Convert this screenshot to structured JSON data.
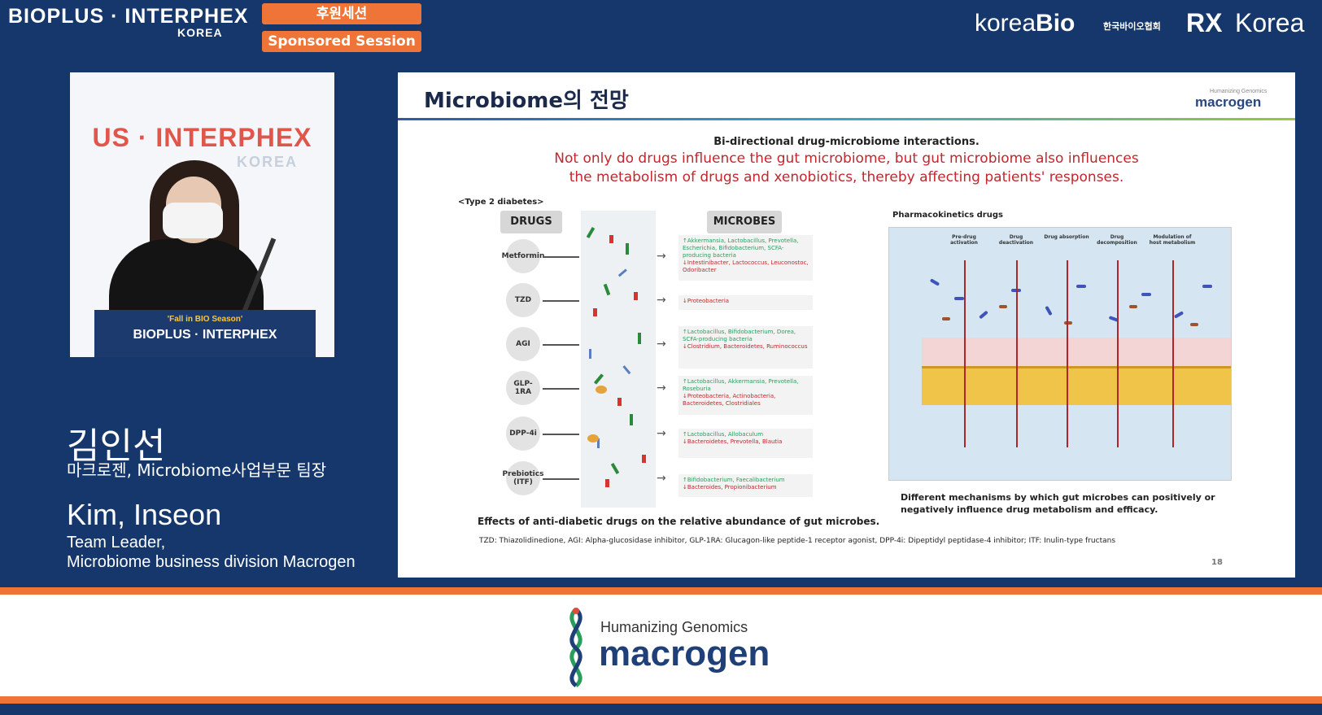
{
  "header": {
    "brand_main": "BIOPLUS · INTERPHEX",
    "brand_sub": "KOREA",
    "badge_ko": "후원세션",
    "badge_en": "Sponsored Session",
    "koreabio_light": "korea",
    "koreabio_bold": "Bio",
    "koreabio_ko": "한국바이오협회",
    "rx_logo": "RX",
    "rx_korea": "Korea"
  },
  "video": {
    "backdrop_brand": "US · INTERPHEX",
    "backdrop_sub": "KOREA",
    "podium_tag": "'Fall in BIO Season'",
    "podium_brand": "BIOPLUS · INTERPHEX"
  },
  "speaker": {
    "name_ko": "김인선",
    "role_ko": "마크로젠, Microbiome사업부문 팀장",
    "name_en": "Kim, Inseon",
    "role_en_1": "Team Leader,",
    "role_en_2": "Microbiome business division Macrogen"
  },
  "slide": {
    "title": "Microbiome의 전망",
    "logo_tagline": "Humanizing Genomics",
    "logo": "macrogen",
    "heading": "Bi-directional drug-microbiome interactions.",
    "red_line_1": "Not only do drugs influence the gut microbiome, but gut microbiome also influences",
    "red_line_2": "the metabolism of drugs and xenobiotics, thereby affecting patients' responses.",
    "type_label": "<Type 2 diabetes>",
    "drugs_header": "DRUGS",
    "microbes_header": "MICROBES",
    "drugs": [
      "Metformin",
      "TZD",
      "AGI",
      "GLP-1RA",
      "DPP-4i",
      "Prebiotics (ITF)"
    ],
    "effects": [
      {
        "green": "↑Akkermansia, Lactobacillus, Prevotella, Escherichia, Bifidobacterium, SCFA-producing bacteria",
        "red": "↓Intestinibacter, Lactococcus, Leuconostoc, Odoribacter"
      },
      {
        "green": "",
        "red": "↓Proteobacteria"
      },
      {
        "green": "↑Lactobacillus, Bifidobacterium, Dorea, SCFA-producing bacteria",
        "red": "↓Clostridium, Bacteroidetes, Ruminococcus"
      },
      {
        "green": "↑Lactobacillus, Akkermansia, Prevotella, Roseburia",
        "red": "↓Proteobacteria, Actinobacteria, Bacteroidetes, Clostridiales"
      },
      {
        "green": "↑Lactobacillus, Allobaculum",
        "red": "↓Bacteroidetes, Prevotella, Blautia"
      },
      {
        "green": "↑Bifidobacterium, Faecalibacterium",
        "red": "↓Bacteroides, Propionibacterium"
      }
    ],
    "caption_left": "Effects of anti-diabetic drugs on the relative abundance of gut microbes.",
    "pk_title": "Pharmacokinetics drugs",
    "pk_columns": [
      "Pre-drug activation",
      "Drug deactivation",
      "Drug absorption",
      "Drug decomposition",
      "Modulation of host metabolism"
    ],
    "pk_caption_1": "Different mechanisms by which gut microbes can positively or",
    "pk_caption_2": "negatively influence drug metabolism and efficacy.",
    "footnote": "TZD: Thiazolidinedione, AGI: Alpha-glucosidase inhibitor, GLP-1RA: Glucagon-like peptide-1 receptor agonist, DPP-4i: Dipeptidyl peptidase-4 inhibitor; ITF: Inulin-type fructans",
    "page_number": "18"
  },
  "sponsor": {
    "tagline": "Humanizing Genomics",
    "name": "macrogen"
  },
  "colors": {
    "background": "#16376b",
    "accent_orange": "#ee7438",
    "slide_red": "#c1272d",
    "microbe_green": "#2a9d5c"
  }
}
